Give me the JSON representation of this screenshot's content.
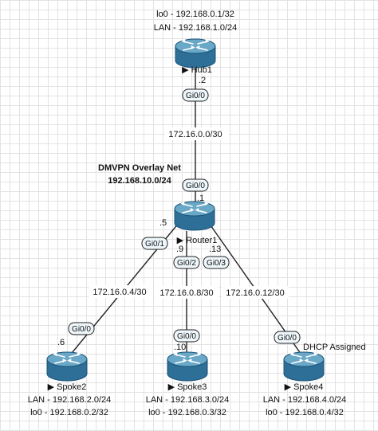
{
  "title": {
    "line1": "DMVPN Overlay Net",
    "line2": "192.168.10.0/24"
  },
  "colors": {
    "router_top": "#6aa8c7",
    "router_body": "#2d6f96",
    "router_dark": "#1c5478",
    "link": "#222222",
    "port_fill": "#eef7fb"
  },
  "devices": [
    {
      "id": "hub1",
      "icon": "router-icon",
      "name": "Hub1",
      "notes": [
        "lo0 - 192.168.0.1/32",
        "LAN - 192.168.1.0/24"
      ]
    },
    {
      "id": "router1",
      "icon": "router-icon",
      "name": "Router1",
      "notes": []
    },
    {
      "id": "spoke2",
      "icon": "router-icon",
      "name": "Spoke2",
      "notes": [
        "LAN - 192.168.2.0/24",
        "lo0 - 192.168.0.2/32"
      ]
    },
    {
      "id": "spoke3",
      "icon": "router-icon",
      "name": "Spoke3",
      "notes": [
        "LAN - 192.168.3.0/24",
        "lo0 - 192.168.0.3/32"
      ]
    },
    {
      "id": "spoke4",
      "icon": "router-icon",
      "name": "Spoke4",
      "notes": [
        "LAN - 192.168.4.0/24",
        "lo0 - 192.168.0.4/32"
      ],
      "badge": "DHCP Assigned"
    }
  ],
  "links": [
    {
      "id": "hub1-router1",
      "subnet": "172.16.0.0/30",
      "a": {
        "port": "Gi0/0",
        "host": ".2"
      },
      "b": {
        "port": "Gi0/0",
        "host": ".1"
      }
    },
    {
      "id": "router1-spoke2",
      "subnet": "172.16.0.4/30",
      "a": {
        "port": "Gi0/1",
        "host": ".5"
      },
      "b": {
        "port": "Gi0/0",
        "host": ".6"
      }
    },
    {
      "id": "router1-spoke3",
      "subnet": "172.16.0.8/30",
      "a": {
        "port": "Gi0/2",
        "host": ".9"
      },
      "b": {
        "port": "Gi0/0",
        "host": ".10"
      }
    },
    {
      "id": "router1-spoke4",
      "subnet": "172.16.0.12/30",
      "a": {
        "port": "Gi0/3",
        "host": ".13"
      },
      "b": {
        "port": "Gi0/0",
        "host": ""
      }
    }
  ]
}
